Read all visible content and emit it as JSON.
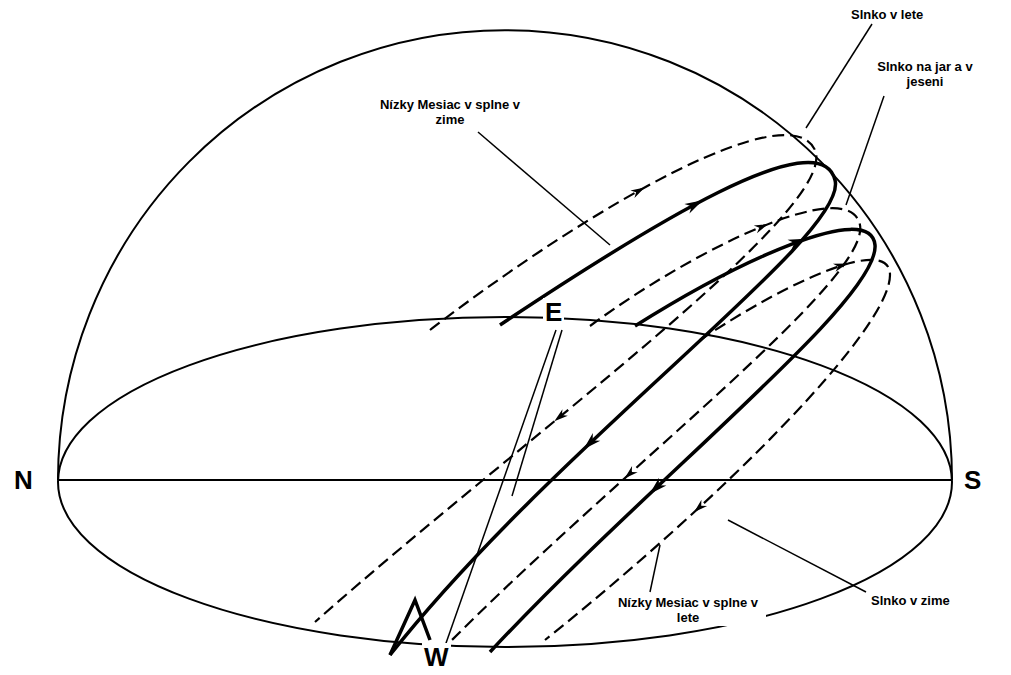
{
  "diagram": {
    "labels": [
      "Slnko v lete",
      "Slnko na jar a v jeseni",
      "Nízky Mesiac v splne v zime",
      "Slnko v zime",
      "Nízky Mesiac v splne v lete",
      "N",
      "S",
      "E",
      "W"
    ]
  }
}
